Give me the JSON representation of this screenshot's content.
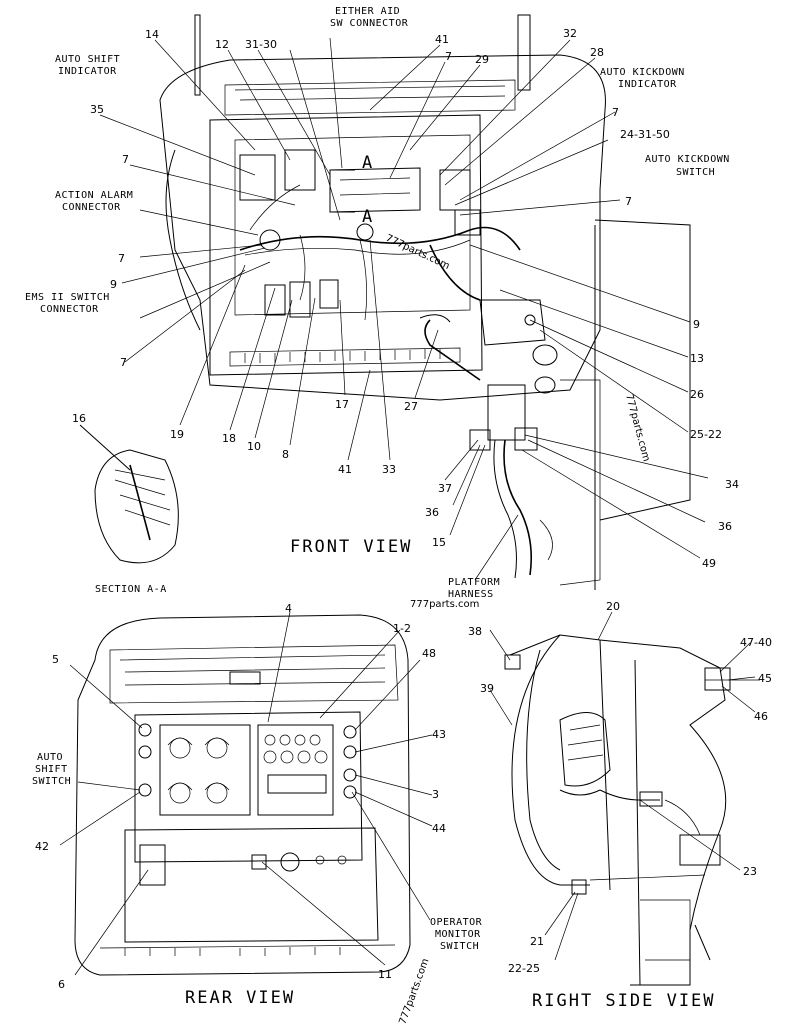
{
  "views": {
    "front": "FRONT VIEW",
    "rear": "REAR VIEW",
    "right_side": "RIGHT SIDE VIEW",
    "section": "SECTION A-A"
  },
  "section_marks": [
    "A",
    "A"
  ],
  "captions": {
    "auto_shift_indicator": [
      "AUTO SHIFT",
      "INDICATOR"
    ],
    "either_aid": [
      "EITHER AID",
      "SW CONNECTOR"
    ],
    "auto_kickdown_indicator": [
      "AUTO KICKDOWN",
      "INDICATOR"
    ],
    "auto_kickdown_switch": [
      "AUTO KICKDOWN",
      "SWITCH"
    ],
    "action_alarm": [
      "ACTION ALARM",
      "CONNECTOR"
    ],
    "ems_switch": [
      "EMS II SWITCH",
      "CONNECTOR"
    ],
    "platform_harness": [
      "PLATFORM",
      "HARNESS"
    ],
    "auto_shift_switch": [
      "AUTO",
      "SHIFT",
      "SWITCH"
    ],
    "operator_monitor": [
      "OPERATOR",
      "MONITOR",
      "SWITCH"
    ]
  },
  "callouts": {
    "front": [
      "14",
      "12",
      "31-30",
      "41",
      "7",
      "29",
      "32",
      "28",
      "35",
      "7",
      "24-31-50",
      "7",
      "7",
      "7",
      "9",
      "7",
      "9",
      "13",
      "26",
      "25-22",
      "19",
      "18",
      "10",
      "8",
      "17",
      "41",
      "33",
      "27",
      "37",
      "36",
      "15",
      "34",
      "36",
      "49",
      "16"
    ],
    "rear": [
      "4",
      "1-2",
      "5",
      "48",
      "43",
      "3",
      "44",
      "42",
      "6",
      "11"
    ],
    "side": [
      "20",
      "38",
      "47-40",
      "45",
      "46",
      "39",
      "23",
      "21",
      "22-25"
    ]
  },
  "watermarks": [
    "777parts.com",
    "777parts.com",
    "777parts.com",
    "777parts.com"
  ]
}
